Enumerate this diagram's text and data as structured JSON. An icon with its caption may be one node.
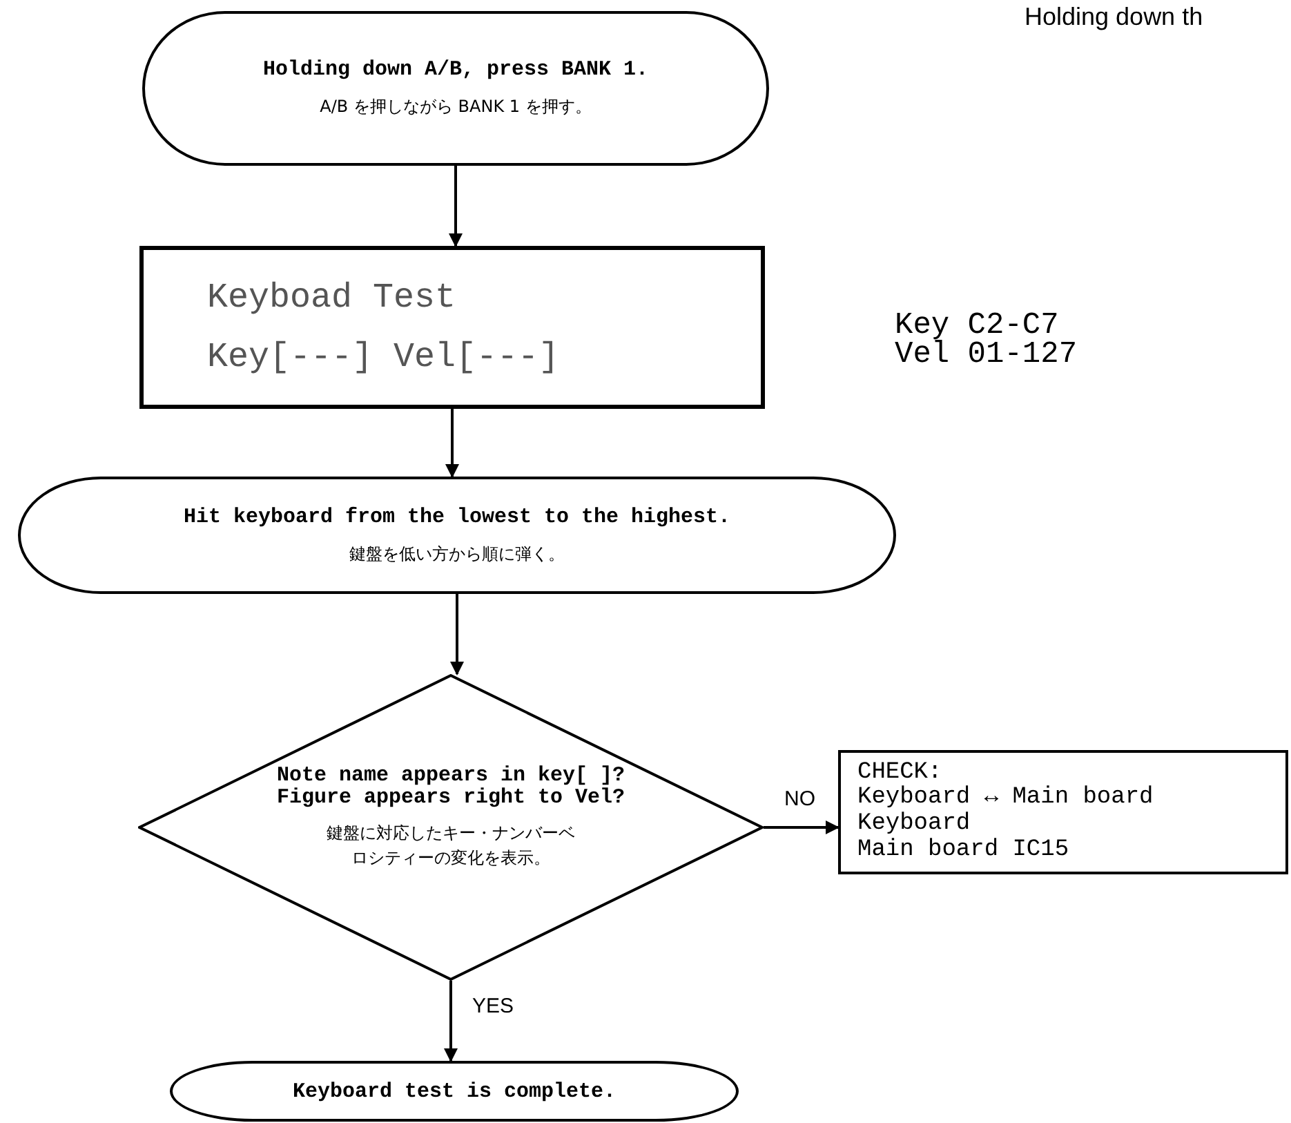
{
  "diagram": {
    "nodes": [
      {
        "text": [
          "Holding down A/B, press BANK 1.",
          "A/B を押しながら BANK 1 を押す。"
        ]
      },
      {
        "text": [
          "Keyboad Test",
          "Key[---] Vel[---]"
        ],
        "beside": [
          "Key C2-C7",
          "Vel 01-127"
        ]
      },
      {
        "text": [
          "Hit keyboard from the lowest to the highest.",
          "鍵盤を低い方から順に弾く。"
        ]
      },
      {
        "text": [
          "Note name appears in key[ ]? Figure appears right to Vel?",
          "鍵盤に対応したキー・ナンバーベロシティーの変化を表示。"
        ]
      },
      {
        "text": [
          "CHECK:",
          "Keyboard ↔ Main board",
          "Keyboard",
          "Main board IC15"
        ]
      },
      {
        "text": [
          "Keyboard test is complete."
        ]
      }
    ],
    "edges": [
      {
        "from": 0,
        "to": 1,
        "arrow": "to"
      },
      {
        "from": 1,
        "to": 2,
        "arrow": "to"
      },
      {
        "from": 2,
        "to": 3,
        "arrow": "to"
      },
      {
        "from": 3,
        "to": 4,
        "arrow": "to",
        "label": "NO"
      },
      {
        "from": 3,
        "to": 5,
        "arrow": "to",
        "label": "YES"
      }
    ],
    "labels": [
      "Holding down th"
    ]
  }
}
